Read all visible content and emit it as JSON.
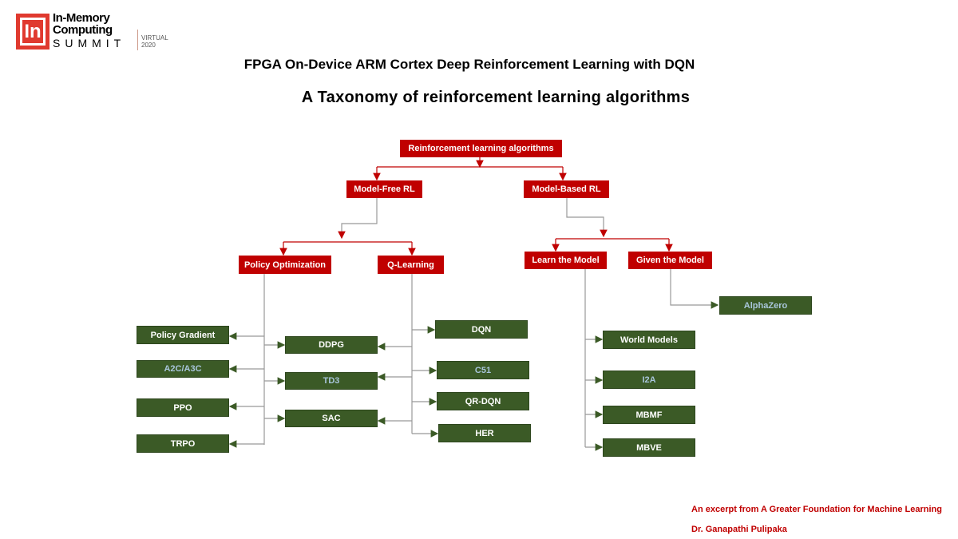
{
  "logo": {
    "line1": "In-Memory",
    "line2": "Computing",
    "line3": "SUMMIT",
    "virtual": "VIRTUAL",
    "year": "2020",
    "mark": "In"
  },
  "title": "FPGA On-Device ARM Cortex Deep Reinforcement Learning with DQN",
  "subtitle": "A Taxonomy of reinforcement learning algorithms",
  "nodes": {
    "root": "Reinforcement learning algorithms",
    "model_free": "Model-Free RL",
    "model_based": "Model-Based RL",
    "policy_opt": "Policy Optimization",
    "q_learning": "Q-Learning",
    "learn_model": "Learn the Model",
    "given_model": "Given the Model",
    "alphazero": "AlphaZero",
    "policy_gradient": "Policy Gradient",
    "a2c": "A2C/A3C",
    "ppo": "PPO",
    "trpo": "TRPO",
    "ddpg": "DDPG",
    "td3": "TD3",
    "sac": "SAC",
    "dqn": "DQN",
    "c51": "C51",
    "qrdqn": "QR-DQN",
    "her": "HER",
    "world_models": "World Models",
    "i2a": "I2A",
    "mbmf": "MBMF",
    "mbve": "MBVE"
  },
  "footer": {
    "line1": "An excerpt from A Greater Foundation for Machine Learning",
    "line2": "Dr. Ganapathi Pulipaka"
  },
  "colors": {
    "red": "#c00000",
    "green": "#3b5a26",
    "highlight_text": "#a9c6dc"
  }
}
